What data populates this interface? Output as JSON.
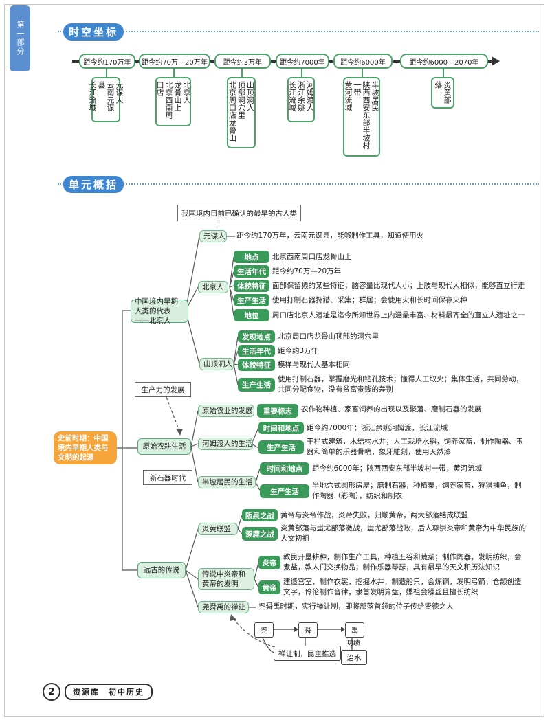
{
  "side_tab": "第一部分",
  "sections": {
    "timeline_title": "时空坐标",
    "summary_title": "单元概括"
  },
  "timeline": [
    {
      "label": "距今约170万年",
      "lines": [
        "元谋人",
        "云南元谋县",
        "长江流域"
      ]
    },
    {
      "label": "距今约70万—20万年",
      "lines": [
        "北京人",
        "龙骨山上",
        "北京西南周口店"
      ]
    },
    {
      "label": "距今约3万年",
      "lines": [
        "山顶洞人",
        "顶部洞穴里",
        "北京周口店龙骨山"
      ]
    },
    {
      "label": "距今约7000年",
      "lines": [
        "河姆渡人",
        "浙江余姚",
        "长江流域"
      ]
    },
    {
      "label": "距今约6000年",
      "lines": [
        "半坡居民",
        "陕西西安东部半坡村一带",
        "黄河流域"
      ]
    },
    {
      "label": "距今约6000—2070年",
      "lines": [
        "炎黄部落"
      ]
    }
  ],
  "mindmap": {
    "root": "史前时期：中国境内早期人类与文明的起源",
    "callout_top": "我国境内目前已确认的最早的古人类",
    "callout_productivity": "生产力的发展",
    "callout_neolithic": "新石器时代",
    "branch1": "中国境内早期人类的代表——北京人",
    "yuanmou": {
      "name": "元谋人",
      "text": "距今约170万年，云南元谋县，能够制作工具，知道使用火"
    },
    "peking": {
      "name": "北京人",
      "rows": [
        {
          "label": "地点",
          "text": "北京西南周口店龙骨山上"
        },
        {
          "label": "生活年代",
          "text": "距今约70万—20万年"
        },
        {
          "label": "体貌特征",
          "text": "面部保留猿的某些特征；脑容量比现代人小；上肢与现代人相似；能够直立行走"
        },
        {
          "label": "生产生活",
          "text": "使用打制石器狩猎、采集；群居；会使用火和长时间保存火种"
        },
        {
          "label": "地位",
          "text": "周口店北京人遗址是迄今所知世界上内涵最丰富、材料最齐全的直立人遗址之一"
        }
      ]
    },
    "upper_cave": {
      "name": "山顶洞人",
      "rows": [
        {
          "label": "发现地点",
          "text": "北京周口店龙骨山顶部的洞穴里"
        },
        {
          "label": "生活年代",
          "text": "距今约3万年"
        },
        {
          "label": "体貌特征",
          "text": "模样与现代人基本相同"
        },
        {
          "label": "生产生活",
          "text": "使用打制石器，掌握磨光和钻孔技术；懂得人工取火；集体生活，共同劳动，共同分配食物，没有贫富贵贱的差别"
        }
      ]
    },
    "branch2": "原始农耕生活",
    "agri": {
      "name": "原始农业的发展",
      "label": "重要标志",
      "text": "农作物种植、家畜饲养的出现以及聚落、磨制石器的发展"
    },
    "hemudu": {
      "name": "河姆渡人的生活",
      "rows": [
        {
          "label": "时间和地点",
          "text": "距今约7000年；浙江余姚河姆渡，长江流域"
        },
        {
          "label": "生产生活",
          "text": "干栏式建筑，木结构水井；人工栽培水稻，饲养家畜，制作陶器、玉器和简单的乐器骨哨，象牙雕刻，使用天然漆"
        }
      ]
    },
    "banpo": {
      "name": "半坡居民的生活",
      "rows": [
        {
          "label": "时间和地点",
          "text": "距今约6000年；陕西西安东部半坡村一带，黄河流域"
        },
        {
          "label": "生产生活",
          "text": "半地穴式圆形房屋；磨制石器，种植粟，饲养家畜，狩猎捕鱼，制作陶器（彩陶），纺织和制衣"
        }
      ]
    },
    "branch3": "远古的传说",
    "yanhuang": {
      "name": "炎黄联盟",
      "rows": [
        {
          "label": "阪泉之战",
          "text": "黄帝与炎帝作战，炎帝失败，归顺黄帝，两大部落结成联盟"
        },
        {
          "label": "涿鹿之战",
          "text": "炎黄部落与蚩尤部落激战，蚩尤部落战败，后人尊崇炎帝和黄帝为中华民族的人文初祖"
        }
      ]
    },
    "legend": {
      "name": "传说中炎帝和黄帝的发明",
      "rows": [
        {
          "label": "炎帝",
          "text": "教民开垦耕种，制作生产工具，种植五谷和蔬菜；制作陶器，发明纺织，会煮盐，教人们交换物品；制作乐器琴瑟，具有最早的天文和历法知识"
        },
        {
          "label": "黄帝",
          "text": "建造宫室，制作衣裳，挖掘水井，制造船只，会炼铜，发明弓箭；仓颉创造文字，伶伦制作音律，隶首发明算盘，嫘祖会缫丝且擅长纺织"
        }
      ]
    },
    "shanrang": {
      "name": "尧舜禹的禅让",
      "text": "尧舜禹时期，实行禅让制，即将部落首领的位子传给贤德之人"
    },
    "diagram": {
      "yao": "尧",
      "shun": "舜",
      "yu": "禹",
      "merit": "功绩",
      "flood": "治水",
      "system": "禅让制，民主推选"
    }
  },
  "footer": {
    "page": "2",
    "book": "资源库　初中历史"
  }
}
